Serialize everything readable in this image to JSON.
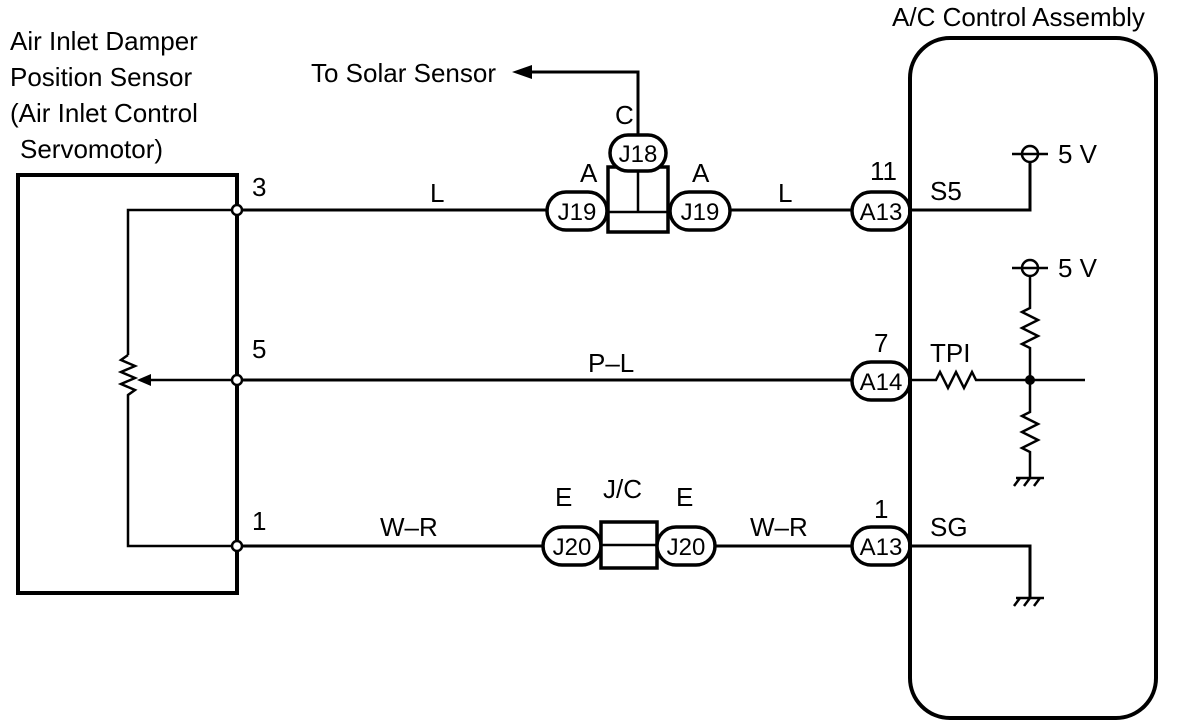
{
  "sensor": {
    "line1": "Air Inlet Damper",
    "line2": "Position Sensor",
    "line3": "(Air Inlet Control",
    "line4": "Servomotor)",
    "pins": [
      "3",
      "5",
      "1"
    ]
  },
  "ecu": {
    "title": "A/C Control Assembly",
    "terminals": [
      "S5",
      "TPI",
      "SG"
    ],
    "pin_numbers": [
      "11",
      "7",
      "1"
    ],
    "supply_1": "5 V",
    "supply_2": "5 V"
  },
  "solar": {
    "label": "To Solar Sensor",
    "pin": "C",
    "connector": "J18"
  },
  "top_wire": {
    "color_left": "L",
    "color_right": "L",
    "pin_left": "A",
    "pin_right": "A",
    "connector_left": "J19",
    "connector_right": "J19",
    "ecu_connector": "A13"
  },
  "mid_wire": {
    "color": "P–L",
    "ecu_connector": "A14"
  },
  "bottom_wire": {
    "color_left": "W–R",
    "color_right": "W–R",
    "pin_left": "E",
    "pin_right": "E",
    "jc_label": "J/C",
    "connector_left": "J20",
    "connector_right": "J20",
    "ecu_connector": "A13"
  }
}
